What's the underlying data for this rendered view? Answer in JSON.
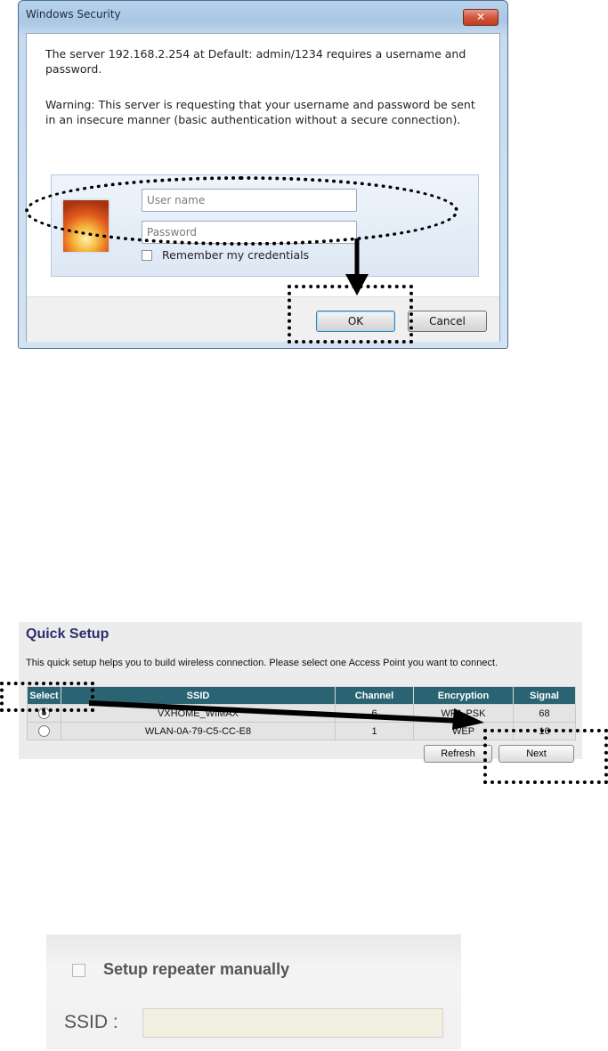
{
  "dialog": {
    "title": "Windows Security",
    "close_glyph": "✕",
    "message_server": "The server 192.168.2.254 at Default: admin/1234 requires a username and password.",
    "message_warning": "Warning: This server is requesting that your username and password be sent in an insecure manner (basic authentication without a secure connection).",
    "username_placeholder": "User name",
    "password_placeholder": "Password",
    "remember_label": "Remember my credentials",
    "ok_label": "OK",
    "cancel_label": "Cancel"
  },
  "quick_setup": {
    "title": "Quick Setup",
    "description": "This quick setup helps you to build wireless connection. Please select one Access Point you want to connect.",
    "columns": [
      "Select",
      "SSID",
      "Channel",
      "Encryption",
      "Signal"
    ],
    "rows": [
      {
        "selected": true,
        "ssid": "VXHOME_WIMAX",
        "channel": "6",
        "encryption": "WPA-PSK",
        "signal": "68"
      },
      {
        "selected": false,
        "ssid": "WLAN-0A-79-C5-CC-E8",
        "channel": "1",
        "encryption": "WEP",
        "signal": "16"
      }
    ],
    "refresh_label": "Refresh",
    "next_label": "Next"
  },
  "repeater": {
    "checkbox_label": "Setup repeater manually",
    "ssid_label": "SSID :",
    "ssid_value": ""
  },
  "colors": {
    "table_header": "#2a6472",
    "title_blue": "#2c2f6f"
  }
}
